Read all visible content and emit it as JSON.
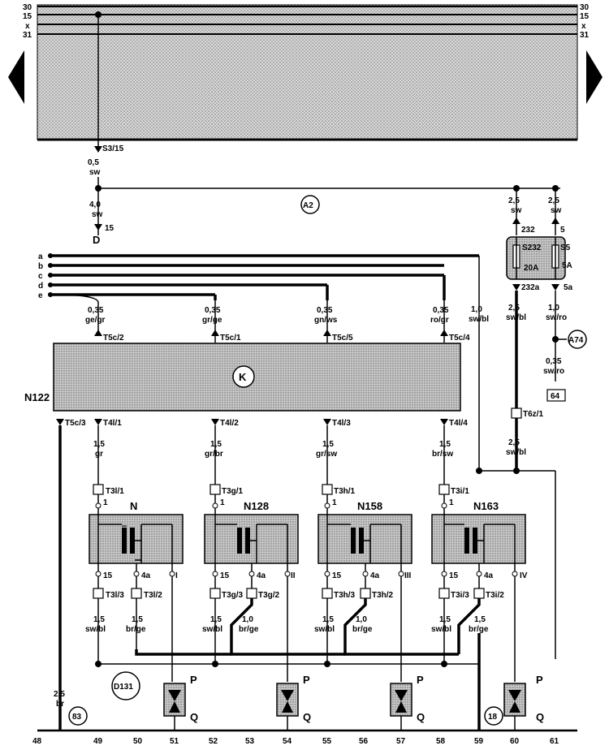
{
  "rails": {
    "labels_left": [
      "30",
      "15",
      "x",
      "31"
    ],
    "labels_right": [
      "30",
      "15",
      "x",
      "31"
    ]
  },
  "top": {
    "s3_label": "S3/15",
    "wire1_size": "0,5",
    "wire1_color": "sw",
    "wire2_size": "4,0",
    "wire2_color": "sw",
    "d_label": "D",
    "d_pin": "15",
    "a2_label": "A2",
    "left_wire_size": "2,5",
    "left_wire_color": "sw",
    "right_wire_size": "2,5",
    "right_wire_color": "sw"
  },
  "fuses": {
    "fuse1_top_pin": "232",
    "fuse2_top_pin": "5",
    "fuse1_name": "S232",
    "fuse2_name": "S5",
    "fuse1_rating": "20A",
    "fuse2_rating": "5A",
    "fuse1_bottom_pin": "232a",
    "fuse2_bottom_pin": "5a",
    "out1_size": "2,5",
    "out1_color": "sw/bl",
    "out2_size": "1,0",
    "out2_color": "sw/ro",
    "a74_label": "A74",
    "a74_size": "0,35",
    "a74_color": "sw/ro",
    "box64": "64",
    "t6z_label": "T6z/1",
    "lower_size": "2,5",
    "lower_color": "sw/bl"
  },
  "bus": {
    "letters": [
      "a",
      "b",
      "c",
      "d",
      "e"
    ],
    "tap_size": "1,0",
    "tap_color": "sw/bl"
  },
  "control_unit": {
    "name": "N122",
    "symbol": "K",
    "inputs": [
      {
        "size": "0,35",
        "color": "ge/gr",
        "pin": "T5c/2"
      },
      {
        "size": "0,35",
        "color": "gr/ge",
        "pin": "T5c/1"
      },
      {
        "size": "0,35",
        "color": "gn/ws",
        "pin": "T5c/5"
      },
      {
        "size": "0,35",
        "color": "ro/gr",
        "pin": "T5c/4"
      }
    ],
    "ground_pin": "T5c/3",
    "outputs": [
      {
        "pin": "T4l/1",
        "size": "1,5",
        "color": "gr"
      },
      {
        "pin": "T4l/2",
        "size": "1,5",
        "color": "gr/br"
      },
      {
        "pin": "T4l/3",
        "size": "1,5",
        "color": "gr/sw"
      },
      {
        "pin": "T4l/4",
        "size": "1,5",
        "color": "br/sw"
      }
    ]
  },
  "coils": [
    {
      "name": "N",
      "top_conn": "T3l/1",
      "pin1": "1",
      "pin_a": "15",
      "pin_b": "4a",
      "pin_c": "I",
      "conn_a": "T3l/3",
      "conn_b": "T3l/2",
      "wa_size": "1,5",
      "wa_color": "sw/bl",
      "wb_size": "1,5",
      "wb_color": "br/ge"
    },
    {
      "name": "N128",
      "top_conn": "T3g/1",
      "pin1": "1",
      "pin_a": "15",
      "pin_b": "4a",
      "pin_c": "II",
      "conn_a": "T3g/3",
      "conn_b": "T3g/2",
      "wa_size": "1,5",
      "wa_color": "sw/bl",
      "wb_size": "1,0",
      "wb_color": "br/ge"
    },
    {
      "name": "N158",
      "top_conn": "T3h/1",
      "pin1": "1",
      "pin_a": "15",
      "pin_b": "4a",
      "pin_c": "III",
      "conn_a": "T3h/3",
      "conn_b": "T3h/2",
      "wa_size": "1,5",
      "wa_color": "sw/bl",
      "wb_size": "1,0",
      "wb_color": "br/ge"
    },
    {
      "name": "N163",
      "top_conn": "T3i/1",
      "pin1": "1",
      "pin_a": "15",
      "pin_b": "4a",
      "pin_c": "IV",
      "conn_a": "T3i/3",
      "conn_b": "T3i/2",
      "wa_size": "1,5",
      "wa_color": "sw/bl",
      "wb_size": "1,5",
      "wb_color": "br/ge"
    }
  ],
  "plugs": {
    "p_label": "P",
    "q_label": "Q"
  },
  "bottom": {
    "d131": "D131",
    "g83": "83",
    "g18": "18",
    "ground_size": "2,5",
    "ground_color": "br",
    "numbers": [
      "48",
      "49",
      "50",
      "51",
      "52",
      "53",
      "54",
      "55",
      "56",
      "57",
      "58",
      "59",
      "60",
      "61"
    ]
  }
}
